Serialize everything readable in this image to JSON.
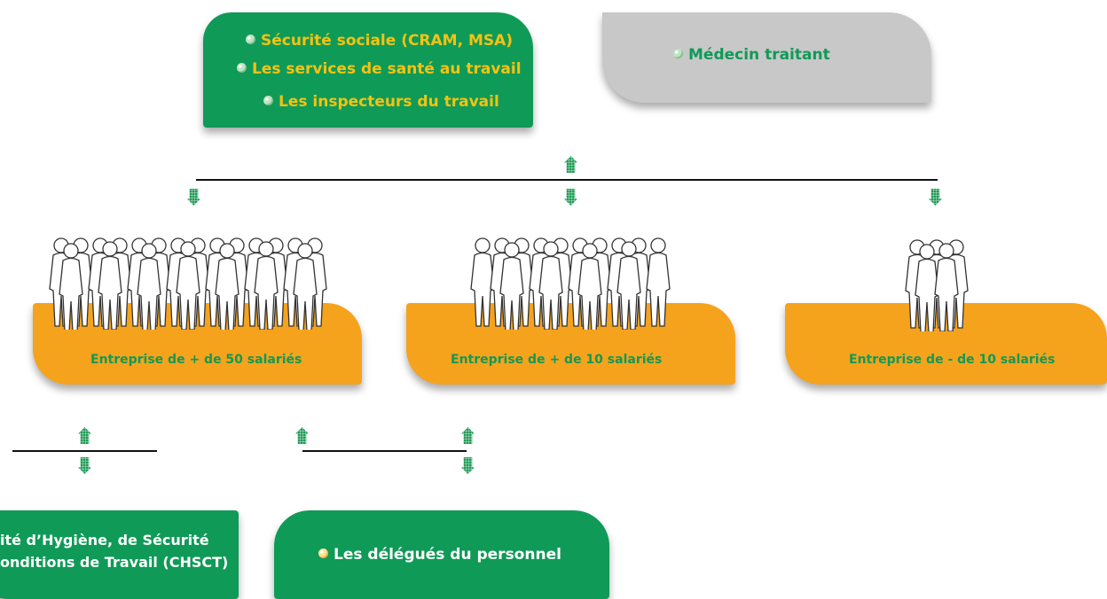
{
  "top_green": {
    "items": [
      "Sécurité sociale (CRAM, MSA)",
      "Les services de santé au travail",
      "Les inspecteurs du travail"
    ]
  },
  "top_gray": {
    "label": "Médecin traitant"
  },
  "enterprises": [
    {
      "label": "Entreprise de + de 50 salariés"
    },
    {
      "label": "Entreprise de + de 10 salariés"
    },
    {
      "label": "Entreprise de - de 10 salariés"
    }
  ],
  "bottom_left": {
    "lines": [
      "ité d’Hygiène, de Sécurité",
      "onditions de Travail (CHSCT)"
    ]
  },
  "bottom_right": {
    "label": "Les délégués du personnel"
  },
  "colors": {
    "green": "#0f9a57",
    "orange": "#f5a31d",
    "gray": "#c8c8c8",
    "yellow_text": "#f5c211",
    "connector": "#111111"
  },
  "icons": [
    "bullet-icon",
    "arrow-up-icon",
    "arrow-down-icon",
    "people-silhouettes"
  ]
}
